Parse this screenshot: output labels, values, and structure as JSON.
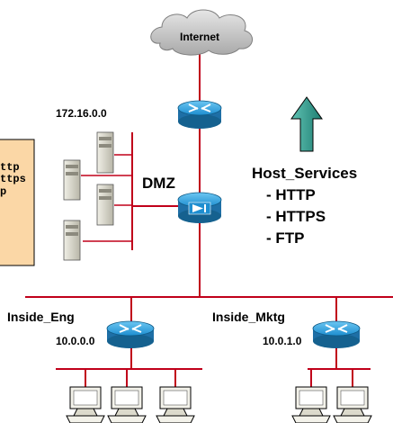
{
  "cloud_label": "Internet",
  "dmz_subnet": "172.16.0.0",
  "dmz_label": "DMZ",
  "host_services": {
    "title": "Host_Services",
    "items": [
      "- HTTP",
      "- HTTPS",
      "- FTP"
    ]
  },
  "partial_box_lines": [
    "ttp",
    "ttps",
    "p"
  ],
  "inside_eng": {
    "label": "Inside_Eng",
    "subnet": "10.0.0.0"
  },
  "inside_mktg": {
    "label": "Inside_Mktg",
    "subnet": "10.0.1.0"
  },
  "colors": {
    "line": "#c0001a",
    "router_blue": "#1e8ed0",
    "arrow_teal": "#2e9a8c",
    "box_fill": "#fbd7a6",
    "cloud": "#bfbfbf"
  }
}
